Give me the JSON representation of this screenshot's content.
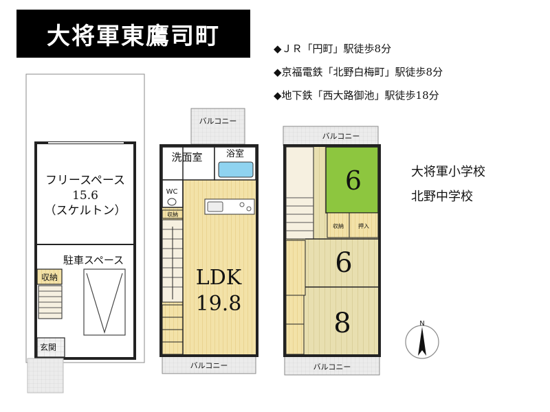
{
  "title": "大将軍東鷹司町",
  "access": [
    "◆ＪＲ「円町」駅徒歩8分",
    "◆京福電鉄「北野白梅町」駅徒歩8分",
    "◆地下鉄「西大路御池」駅徒歩18分"
  ],
  "schools": [
    "大将軍小学校",
    "北野中学校"
  ],
  "colors": {
    "floor_wood": "#f2dfa0",
    "tatami": "#ddd7a8",
    "room_green": "#8dc63f",
    "bath": "#8fd3f0",
    "wall": "#222222",
    "balcony": "#e6e6e6",
    "stair": "#f6f0e0"
  },
  "floor1": {
    "free_space_label": "フリースペース",
    "free_space_area": "15.6",
    "free_space_note": "（スケルトン）",
    "parking_label": "駐車スペース",
    "storage_label": "収納",
    "entrance_label": "玄関"
  },
  "floor2": {
    "balcony_top_label": "バルコニー",
    "washroom_label": "洗面室",
    "bath_label": "浴室",
    "wc_label": "WC",
    "ldk_label": "LDK",
    "ldk_area": "19.8",
    "storage_label": "収納",
    "balcony_bottom_label": "バルコニー"
  },
  "floor3": {
    "balcony_top_label": "バルコニー",
    "room_a": "6",
    "room_b": "6",
    "room_c": "8",
    "storage_label": "収納",
    "closet_label": "押入",
    "balcony_bottom_label": "バルコニー"
  },
  "compass": {
    "north_label": "N"
  }
}
